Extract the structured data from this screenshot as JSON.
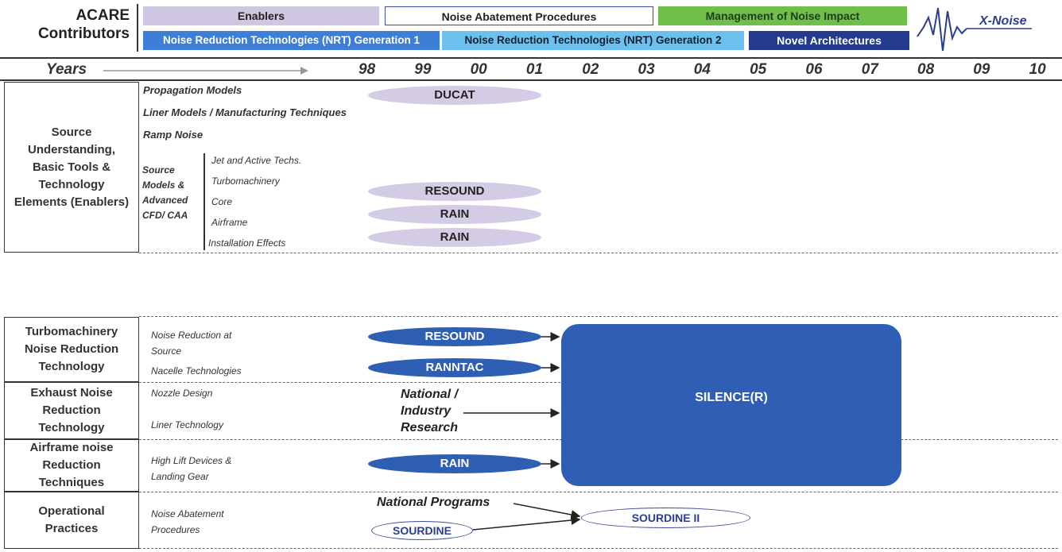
{
  "header": {
    "contributors_line1": "ACARE",
    "contributors_line2": "Contributors",
    "enablers": "Enablers",
    "noise_abatement": "Noise Abatement Procedures",
    "management": "Management of Noise Impact",
    "nrt1": "Noise Reduction Technologies (NRT) Generation 1",
    "nrt2": "Noise Reduction Technologies (NRT) Generation 2",
    "novel": "Novel Architectures",
    "logo_text": "X-Noise"
  },
  "timeline": {
    "label": "Years",
    "years": [
      "98",
      "99",
      "00",
      "01",
      "02",
      "03",
      "04",
      "05",
      "06",
      "07",
      "08",
      "09",
      "10"
    ]
  },
  "sections": {
    "source": {
      "label": "Source Understanding, Basic Tools & Technology Elements (Enablers)",
      "rows": [
        "Propagation Models",
        "Liner Models / Manufacturing Techniques",
        "Ramp Noise"
      ],
      "group_label": "Source Models & Advanced CFD/ CAA",
      "sub_rows": [
        "Jet and Active Techs.",
        "Turbomachinery",
        "Core",
        "Airframe",
        "Installation Effects"
      ]
    },
    "turbo": {
      "label": "Turbomachinery Noise Reduction Technology",
      "rows": [
        "Noise Reduction at Source",
        "Nacelle Technologies"
      ]
    },
    "exhaust": {
      "label": "Exhaust Noise Reduction Technology",
      "rows": [
        "Nozzle Design",
        "Liner Technology"
      ]
    },
    "airframe": {
      "label": "Airframe noise Reduction Techniques",
      "rows": [
        "High Lift Devices & Landing Gear"
      ]
    },
    "operational": {
      "label": "Operational Practices",
      "rows": [
        "Noise Abatement Procedures"
      ]
    }
  },
  "projects": {
    "ducat": "DUCAT",
    "resound_enabler": "RESOUND",
    "rain_airframe": "RAIN",
    "rain_installation": "RAIN",
    "resound": "RESOUND",
    "ranntac": "RANNTAC",
    "rain": "RAIN",
    "silence": "SILENCE(R)",
    "sourdine": "SOURDINE",
    "sourdine2": "SOURDINE II"
  },
  "notes": {
    "national_industry": "National / Industry Research",
    "national_programs": "National Programs"
  },
  "colors": {
    "enablers": "#cfc6e2",
    "management": "#6fbf4a",
    "nrt1": "#3d7fd6",
    "nrt2": "#6cc0ee",
    "novel": "#243a8c",
    "project_blue": "#2f5fb4",
    "project_light": "#d4cce4"
  }
}
